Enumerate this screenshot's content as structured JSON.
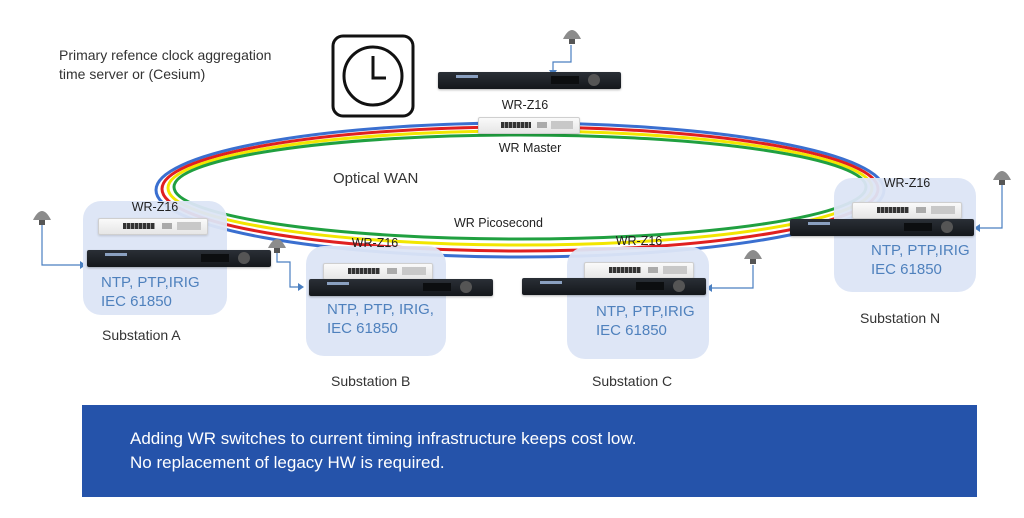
{
  "diagram": {
    "title_caption": {
      "line1": "Primary refence clock aggregation",
      "line2": "time server or (Cesium)"
    },
    "icons": {
      "clock": "clock-icon",
      "antenna": "gps-antenna-icon"
    },
    "master": {
      "device_label": "WR-Z16",
      "role_label": "WR Master"
    },
    "ring": {
      "label": "Optical WAN",
      "sublabel": "WR Picosecond",
      "fiber_colors": [
        "#3a6fd0",
        "#e02020",
        "#f2e600",
        "#20a040"
      ]
    },
    "substations": [
      {
        "name": "Substation A",
        "device_label": "WR-Z16",
        "protocols_line1": "NTP, PTP,IRIG",
        "protocols_line2": "IEC 61850"
      },
      {
        "name": "Substation B",
        "device_label": "WR-Z16",
        "protocols_line1": "NTP, PTP, IRIG,",
        "protocols_line2": "IEC 61850"
      },
      {
        "name": "Substation C",
        "device_label": "WR-Z16",
        "protocols_line1": "NTP, PTP,IRIG",
        "protocols_line2": "IEC 61850"
      },
      {
        "name": "Substation N",
        "device_label": "WR-Z16",
        "protocols_line1": "NTP, PTP,IRIG",
        "protocols_line2": "IEC 61850"
      }
    ],
    "banner": {
      "line1": "Adding WR switches to current timing infrastructure keeps cost low.",
      "line2": "No replacement of legacy HW is required.",
      "background": "#2553aa"
    },
    "colors": {
      "protocol_text": "#4f81bd",
      "station_box": "#dce5f5",
      "link_arrow": "#4a7fc1"
    }
  }
}
